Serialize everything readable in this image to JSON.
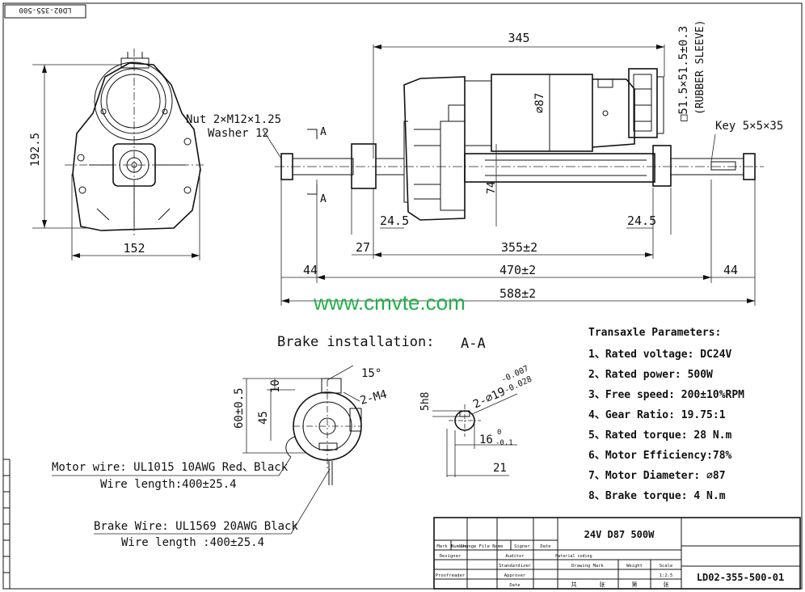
{
  "drawing": {
    "corner_code": "LD02-355-500",
    "watermark": "www.cmvte.com"
  },
  "side_view": {
    "height_dim": "192.5",
    "width_dim": "152"
  },
  "main_view": {
    "nut_label": "Nut 2×M12×1.25",
    "washer_label": "Washer 12",
    "section_mark": "A",
    "dim_345": "345",
    "sleeve_dim": "□51.5×51.5±0.3",
    "sleeve_note": "(RUBBER SLEEVE)",
    "key_label": "Key 5×5×35",
    "motor_dia": "⌀87",
    "dim_74": "74",
    "dim_24_5": "24.5",
    "dim_27": "27",
    "dim_355": "355±2",
    "dim_44": "44",
    "dim_470": "470±2",
    "dim_588": "588±2"
  },
  "brake": {
    "title": "Brake installation:",
    "section_title": "A-A",
    "angle": "15°",
    "thread": "2-M4",
    "dim_60": "60±0.5",
    "dim_45": "45",
    "dim_10": "10",
    "motor_wire": "Motor wire: UL1015  10AWG Red、Black",
    "motor_wire_len": "Wire length:400±25.4",
    "brake_wire": "Brake Wire: UL1569  20AWG Black",
    "brake_wire_len": "Wire length :400±25.4"
  },
  "section": {
    "fit": "5h8",
    "shaft_dia": "2-⌀19",
    "tol_upper": "-0.007",
    "tol_lower": "-0.028",
    "dim_16": "16",
    "tol16_upper": "0",
    "tol16_lower": "-0.1",
    "dim_21": "21"
  },
  "params": {
    "title": "Transaxle  Parameters:",
    "items": [
      "1、Rated voltage: DC24V",
      "2、Rated power: 500W",
      "3、Free speed: 200±10%RPM",
      "4、Gear Ratio: 19.75:1",
      "5、Rated torque: 28 N.m",
      "6、Motor Efficiency:78%",
      "7、Motor Diameter: ⌀87",
      "8、Brake torque: 4 N.m"
    ]
  },
  "title_block": {
    "product": "24V D87 500W",
    "drawing_no": "LD02-355-500-01",
    "col_mark": "Mark",
    "col_number": "Number",
    "col_change": "Change File Name",
    "col_signer": "Signer",
    "col_date": "Date",
    "designer": "Designer",
    "auditor": "Auditor",
    "material": "Material coding",
    "standardizer": "Standardizer",
    "drawing_mark": "Drawing Mark",
    "weight": "Weight",
    "scale": "Scale",
    "scale_value": "1:2.5",
    "proofreader": "Proofreader",
    "approver": "Approver",
    "date": "Date",
    "sheet_cn": [
      "共",
      "张",
      "第",
      "张"
    ]
  }
}
